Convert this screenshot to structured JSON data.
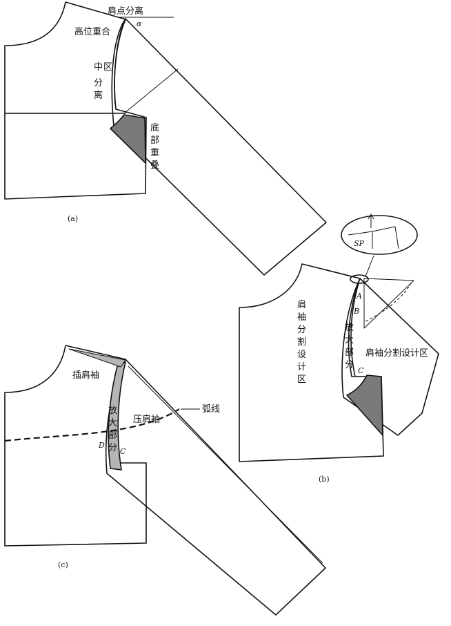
{
  "panel_a": {
    "caption": "(a)",
    "label_shoulder_point_separation": "肩点分离",
    "label_alpha": "α",
    "label_high_overlap": "高位重合",
    "label_middle_separation": [
      "中",
      "区",
      "分",
      "离"
    ],
    "label_bottom_overlap": [
      "底",
      "部",
      "重",
      "叠"
    ]
  },
  "panel_b": {
    "caption": "(b)",
    "label_sp": "SP",
    "label_a": "A",
    "label_b": "B",
    "label_c": "C",
    "label_body_split_zone": [
      "肩",
      "袖",
      "分",
      "割",
      "设",
      "计",
      "区"
    ],
    "label_enlarged_part": [
      "放",
      "大",
      "部",
      "分"
    ],
    "label_sleeve_split_zone": "肩袖分割设计区"
  },
  "panel_c": {
    "caption": "(c)",
    "label_inserted_sleeve": "插肩袖",
    "label_enlarged_part": [
      "放",
      "大",
      "部",
      "分"
    ],
    "label_pressed_sleeve": "压肩袖",
    "label_arc": "弧线",
    "label_d": "D",
    "label_c": "C"
  },
  "colors": {
    "line": "#111111",
    "fill_dark": "#7a7a7a",
    "fill_light": "#b5b5b5",
    "background": "#ffffff"
  }
}
